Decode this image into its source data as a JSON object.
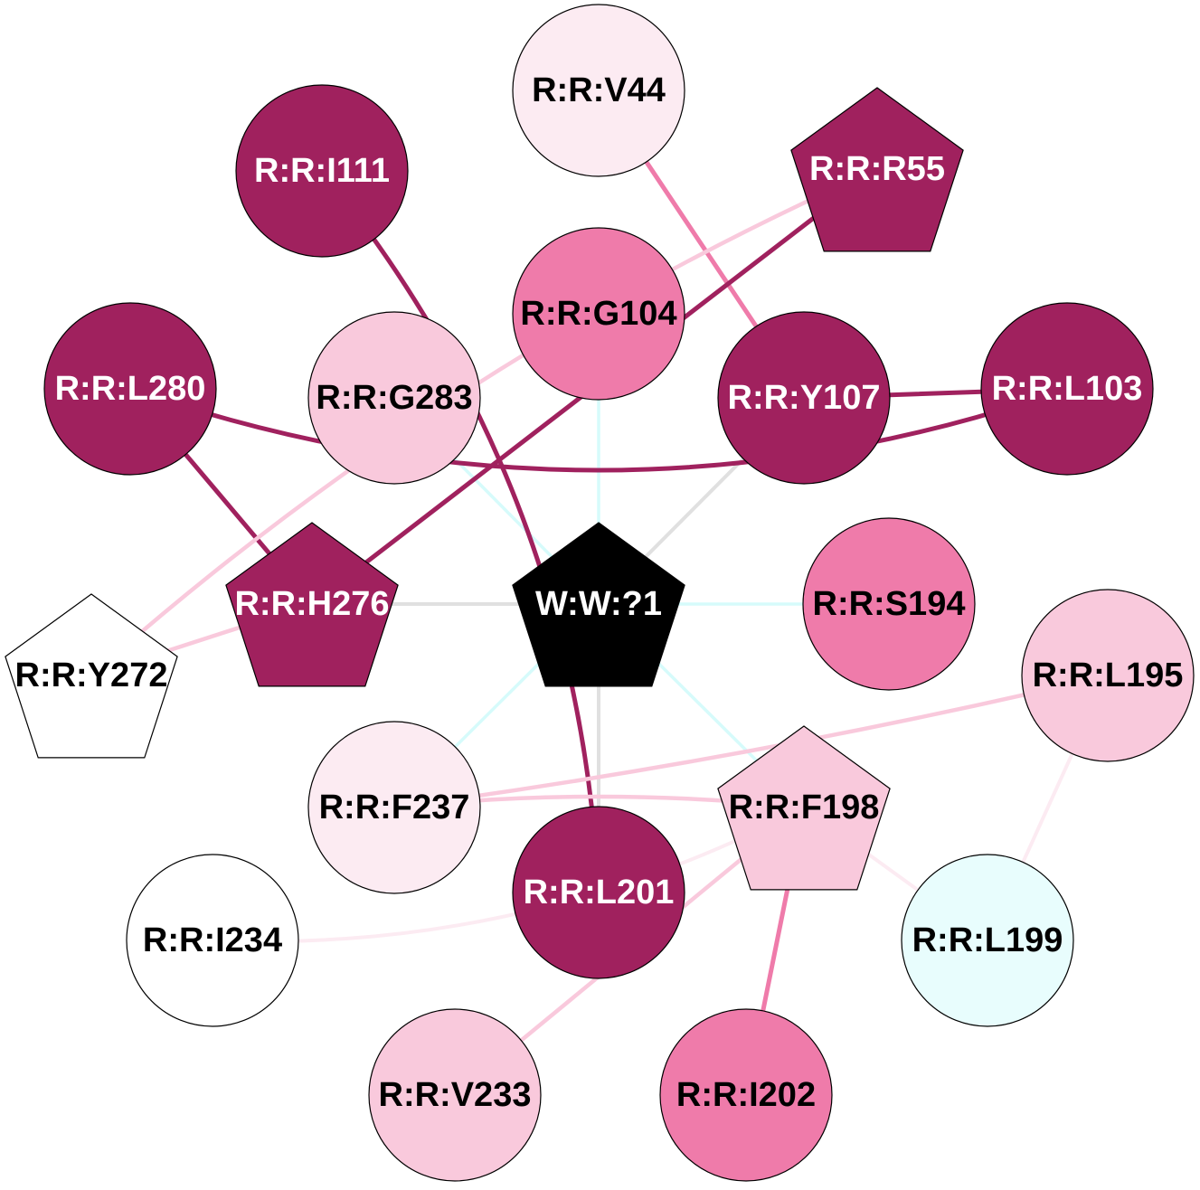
{
  "colors": {
    "dark": "#A0215E",
    "medium": "#EF7BAA",
    "light": "#F9C9DC",
    "pale": "#FCEBF2",
    "white": "#FFFFFF",
    "cyan": "#E8FDFD",
    "center": "#000000",
    "edge_gray": "#E0E0E0",
    "edge_cyan": "#D6FBFB"
  },
  "nodes": [
    {
      "id": "V44",
      "label": "R:R:V44",
      "shape": "circle",
      "fill": "pale"
    },
    {
      "id": "I111",
      "label": "R:R:I111",
      "shape": "circle",
      "fill": "dark"
    },
    {
      "id": "R55",
      "label": "R:R:R55",
      "shape": "pentagon",
      "fill": "dark"
    },
    {
      "id": "G104",
      "label": "R:R:G104",
      "shape": "circle",
      "fill": "medium"
    },
    {
      "id": "L280",
      "label": "R:R:L280",
      "shape": "circle",
      "fill": "dark"
    },
    {
      "id": "G283",
      "label": "R:R:G283",
      "shape": "circle",
      "fill": "light"
    },
    {
      "id": "Y107",
      "label": "R:R:Y107",
      "shape": "circle",
      "fill": "dark"
    },
    {
      "id": "L103",
      "label": "R:R:L103",
      "shape": "circle",
      "fill": "dark"
    },
    {
      "id": "H276",
      "label": "R:R:H276",
      "shape": "pentagon",
      "fill": "dark"
    },
    {
      "id": "W1",
      "label": "W:W:?1",
      "shape": "pentagon",
      "fill": "center"
    },
    {
      "id": "S194",
      "label": "R:R:S194",
      "shape": "circle",
      "fill": "medium"
    },
    {
      "id": "Y272",
      "label": "R:R:Y272",
      "shape": "pentagon",
      "fill": "white"
    },
    {
      "id": "L195",
      "label": "R:R:L195",
      "shape": "circle",
      "fill": "light"
    },
    {
      "id": "F237",
      "label": "R:R:F237",
      "shape": "circle",
      "fill": "pale"
    },
    {
      "id": "F198",
      "label": "R:R:F198",
      "shape": "pentagon",
      "fill": "light"
    },
    {
      "id": "L201",
      "label": "R:R:L201",
      "shape": "circle",
      "fill": "dark"
    },
    {
      "id": "I234",
      "label": "R:R:I234",
      "shape": "circle",
      "fill": "white"
    },
    {
      "id": "L199",
      "label": "R:R:L199",
      "shape": "circle",
      "fill": "cyan"
    },
    {
      "id": "V233",
      "label": "R:R:V233",
      "shape": "circle",
      "fill": "light"
    },
    {
      "id": "I202",
      "label": "R:R:I202",
      "shape": "circle",
      "fill": "medium"
    }
  ],
  "edges": [
    {
      "from": "W1",
      "to": "G104",
      "color": "edge_cyan"
    },
    {
      "from": "W1",
      "to": "G283",
      "color": "edge_cyan"
    },
    {
      "from": "W1",
      "to": "Y107",
      "color": "edge_gray"
    },
    {
      "from": "W1",
      "to": "H276",
      "color": "edge_gray"
    },
    {
      "from": "W1",
      "to": "S194",
      "color": "edge_cyan"
    },
    {
      "from": "W1",
      "to": "F237",
      "color": "edge_cyan"
    },
    {
      "from": "W1",
      "to": "L201",
      "color": "edge_gray"
    },
    {
      "from": "W1",
      "to": "F198",
      "color": "edge_cyan"
    },
    {
      "from": "V44",
      "to": "Y107",
      "color": "medium"
    },
    {
      "from": "Y107",
      "to": "L103",
      "color": "dark"
    },
    {
      "from": "L280",
      "to": "L103",
      "color": "dark"
    },
    {
      "from": "L280",
      "to": "H276",
      "color": "dark"
    },
    {
      "from": "R55",
      "to": "H276",
      "color": "dark"
    },
    {
      "from": "R55",
      "to": "Y272",
      "color": "light"
    },
    {
      "from": "H276",
      "to": "Y272",
      "color": "light"
    },
    {
      "from": "I111",
      "to": "L201",
      "color": "dark"
    },
    {
      "from": "F237",
      "to": "L195",
      "color": "light"
    },
    {
      "from": "F237",
      "to": "F198",
      "color": "light"
    },
    {
      "from": "I234",
      "to": "F198",
      "color": "pale"
    },
    {
      "from": "L195",
      "to": "L199",
      "color": "pale"
    },
    {
      "from": "F198",
      "to": "L199",
      "color": "pale"
    },
    {
      "from": "F198",
      "to": "V233",
      "color": "light"
    },
    {
      "from": "F198",
      "to": "I202",
      "color": "medium"
    }
  ]
}
